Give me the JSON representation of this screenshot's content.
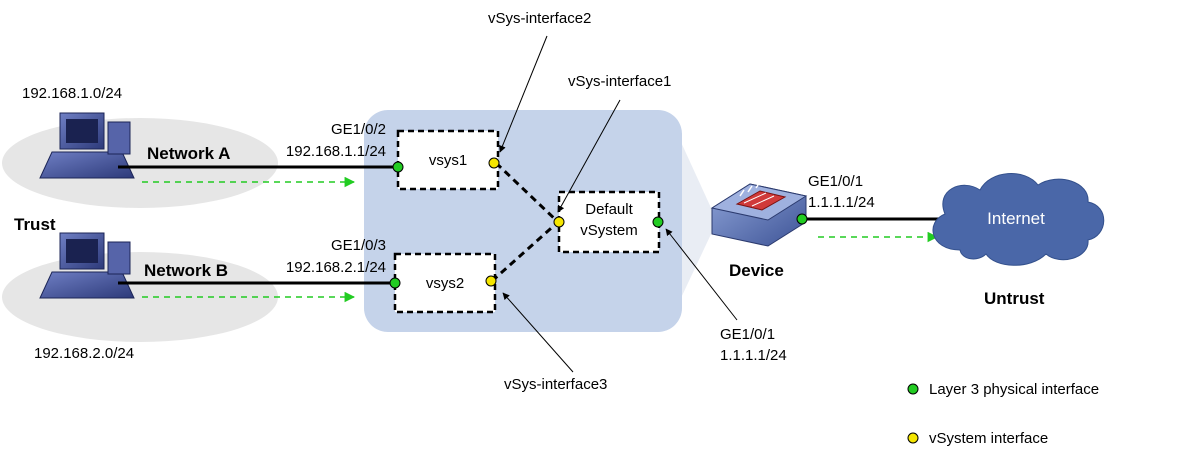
{
  "zones": {
    "trust": "Trust",
    "untrust": "Untrust"
  },
  "networks": {
    "a": {
      "name": "Network A",
      "subnet": "192.168.1.0/24"
    },
    "b": {
      "name": "Network B",
      "subnet": "192.168.2.0/24"
    }
  },
  "interfaces": {
    "ge102": {
      "name": "GE1/0/2",
      "ip": "192.168.1.1/24"
    },
    "ge103": {
      "name": "GE1/0/3",
      "ip": "192.168.2.1/24"
    },
    "ge101_top": {
      "name": "GE1/0/1",
      "ip": "1.1.1.1/24"
    },
    "ge101_bottom": {
      "name": "GE1/0/1",
      "ip": "1.1.1.1/24"
    }
  },
  "vsystems": {
    "vsys1": "vsys1",
    "vsys2": "vsys2",
    "default_line1": "Default",
    "default_line2": "vSystem"
  },
  "callouts": {
    "vsys_if1": "vSys-interface1",
    "vsys_if2": "vSys-interface2",
    "vsys_if3": "vSys-interface3"
  },
  "device": {
    "label": "Device"
  },
  "internet": {
    "label": "Internet"
  },
  "legend": {
    "physical": {
      "label": "Layer 3 physical interface",
      "color": "#22cc22"
    },
    "vsystem": {
      "label": "vSystem interface",
      "color": "#f5e600"
    }
  },
  "colors": {
    "device_panel": "#c5d3ea",
    "cloud": "#4a67a8",
    "zone_ellipse": "#e6e6e6",
    "traffic_arrow": "#22cc22"
  }
}
